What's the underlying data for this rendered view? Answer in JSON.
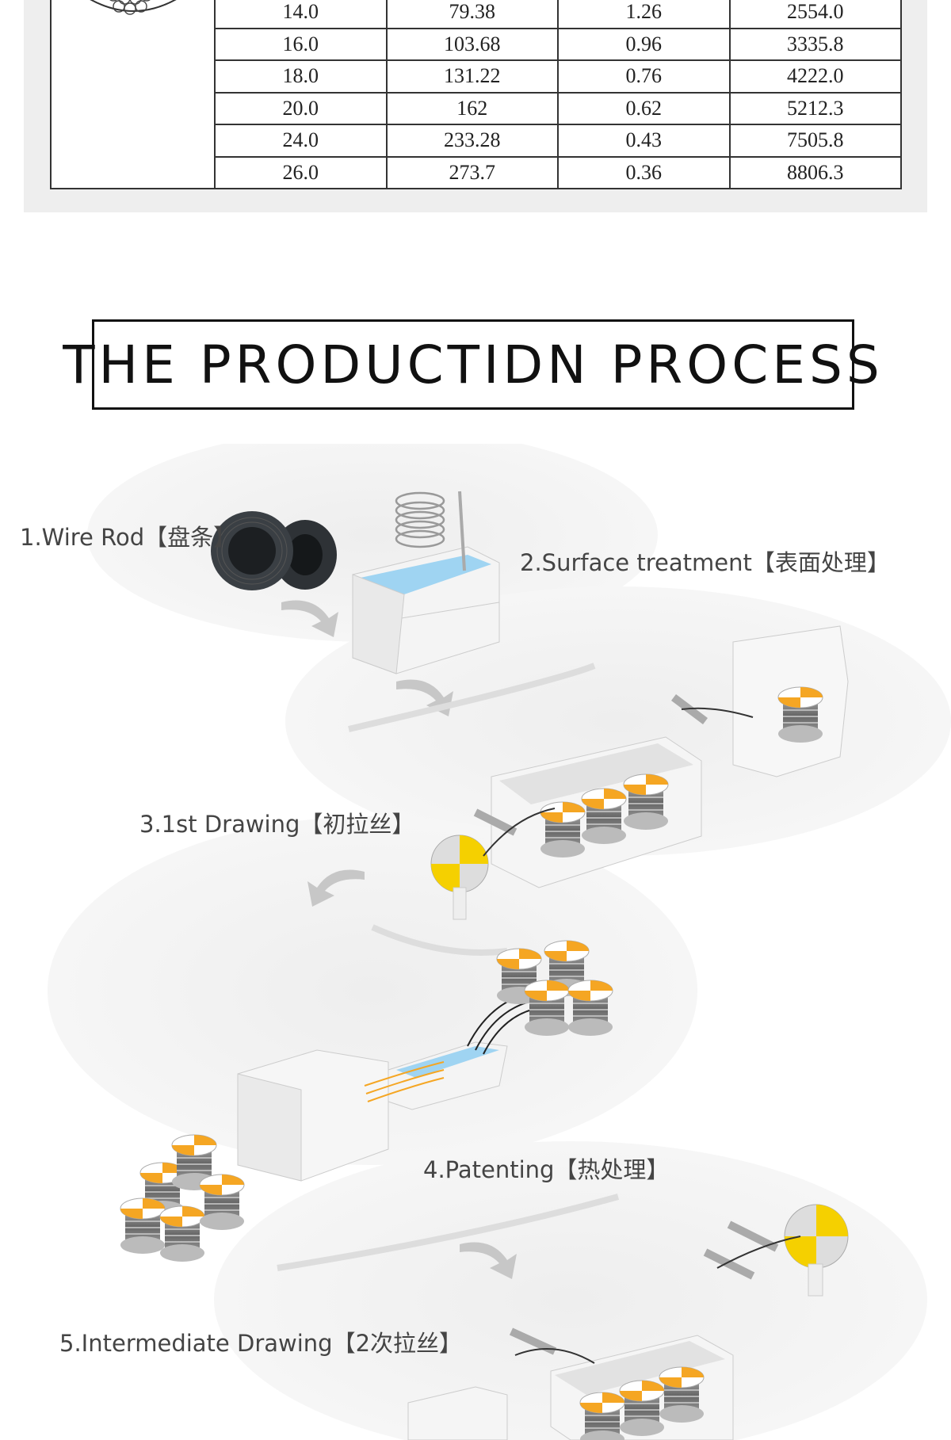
{
  "spec_table": {
    "rows": [
      [
        "14.0",
        "79.38",
        "1.26",
        "2554.0"
      ],
      [
        "16.0",
        "103.68",
        "0.96",
        "3335.8"
      ],
      [
        "18.0",
        "131.22",
        "0.76",
        "4222.0"
      ],
      [
        "20.0",
        "162",
        "0.62",
        "5212.3"
      ],
      [
        "24.0",
        "233.28",
        "0.43",
        "7505.8"
      ],
      [
        "26.0",
        "273.7",
        "0.36",
        "8806.3"
      ]
    ]
  },
  "title": "THE PRODUCTIDN PROCESS",
  "process_steps": [
    {
      "label": "1.Wire Rod【盘条】"
    },
    {
      "label": "2.Surface treatment【表面处理】"
    },
    {
      "label": "3.1st Drawing【初拉丝】"
    },
    {
      "label": "4.Patenting【热处理】"
    },
    {
      "label": "5.Intermediate Drawing【2次拉丝】"
    }
  ],
  "colors": {
    "spool_accent": "#f5a623",
    "bath_water": "#9fd4f2",
    "panel": "#eeeeee",
    "blob": "#f2f2f2"
  }
}
